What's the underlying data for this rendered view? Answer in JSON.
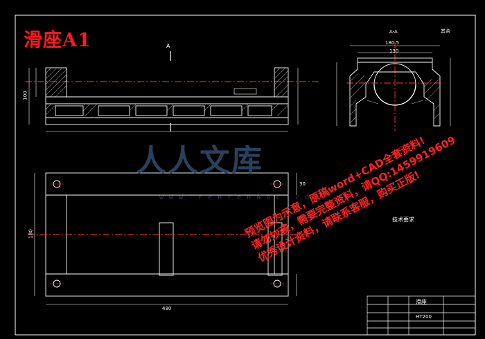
{
  "drawing": {
    "title": "滑座A1",
    "section_mark": "A",
    "section_view_label": "A-A",
    "roughness_note": "其余"
  },
  "watermark": {
    "logo_text": "人人文库",
    "url": "www.renrendoc.com"
  },
  "notice": {
    "lines": [
      "预览图为示意，原稿word+CAD全套资料!",
      "请勿抄袭，需要完整资料，请QQ:1459919609",
      "优秀设计资料，请联系客服，购买正版!"
    ]
  },
  "title_block": {
    "part_name": "滑座",
    "material": "HT200"
  },
  "dimensions": {
    "front_height": "100",
    "plan_length": "480",
    "plan_width": "180",
    "slot_width": "30",
    "section_width_top": "180.5",
    "section_width_inner": "130",
    "tech_req_heading": "技术要求"
  }
}
